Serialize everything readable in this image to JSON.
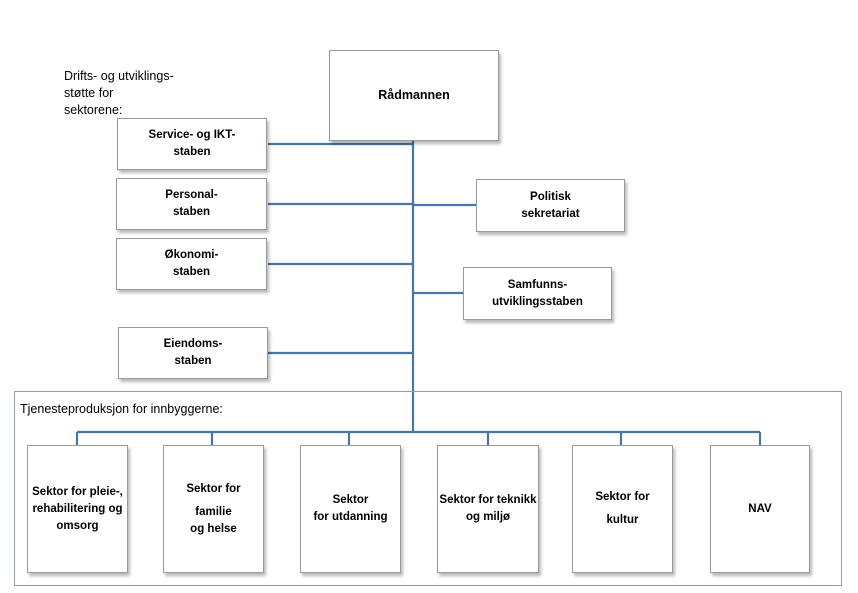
{
  "top": {
    "title": "Rådmannen"
  },
  "support_note": {
    "line1": "Drifts- og utviklings-",
    "line2": "støtte for",
    "line3": "sektorene:"
  },
  "staff_left": [
    {
      "line1": "Service- og IKT-",
      "line2": "staben"
    },
    {
      "line1": "Personal-",
      "line2": "staben"
    },
    {
      "line1": "Økonomi-",
      "line2": "staben"
    },
    {
      "line1": "Eiendoms-",
      "line2": "staben"
    }
  ],
  "staff_right": [
    {
      "line1": "Politisk",
      "line2": "sekretariat"
    },
    {
      "line1": "Samfunns-",
      "line2": "utviklingsstaben"
    }
  ],
  "services": {
    "label": "Tjenesteproduksjon  for innbyggerne:",
    "sectors": [
      {
        "line1": "Sektor for pleie-,",
        "line2": "rehabilitering og",
        "line3": "omsorg"
      },
      {
        "line1": "Sektor for",
        "line2": "familie",
        "line3": "og helse"
      },
      {
        "line1": "Sektor",
        "line2": "for utdanning",
        "line3": ""
      },
      {
        "line1": "Sektor for teknikk",
        "line2": "og miljø",
        "line3": ""
      },
      {
        "line1": "Sektor for",
        "line2": "kultur",
        "line3": ""
      },
      {
        "line1": "NAV",
        "line2": "",
        "line3": ""
      }
    ]
  },
  "colors": {
    "connector": "#4a76a3",
    "panel_border": "#8aa0b4"
  }
}
